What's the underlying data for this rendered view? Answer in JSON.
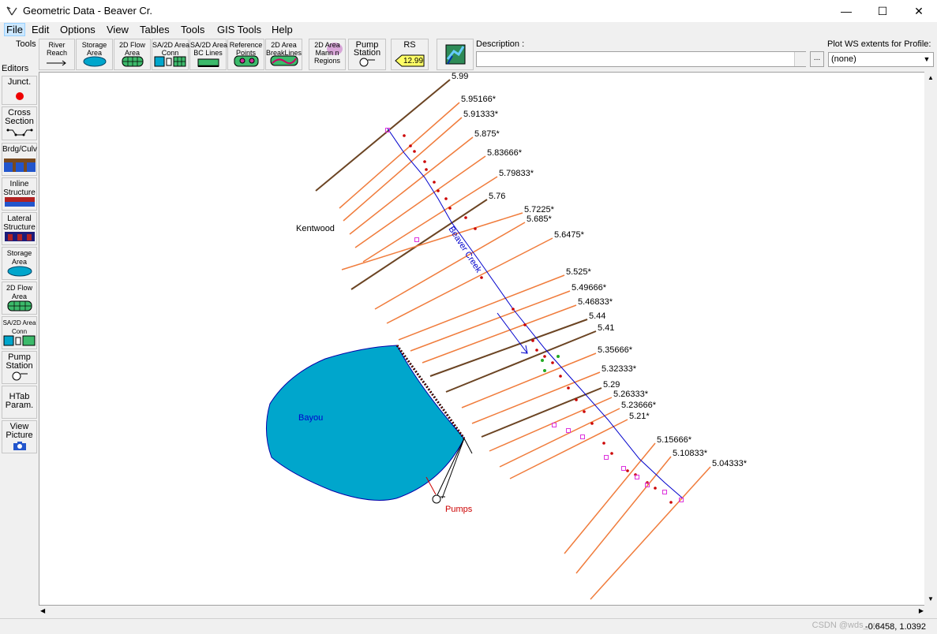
{
  "window": {
    "title": "Geometric Data - Beaver Cr.",
    "minimize": "—",
    "maximize": "☐",
    "close": "✕"
  },
  "menu": [
    "File",
    "Edit",
    "Options",
    "View",
    "Tables",
    "Tools",
    "GIS Tools",
    "Help"
  ],
  "toolbar": {
    "tools_label": "Tools",
    "buttons": [
      {
        "label": "River\nReach",
        "icon": "river-reach-icon"
      },
      {
        "label": "Storage\nArea",
        "icon": "storage-area-icon"
      },
      {
        "label": "2D Flow\nArea",
        "icon": "2d-flow-area-icon"
      },
      {
        "label": "SA/2D Area\nConn",
        "icon": "sa-2d-conn-icon"
      },
      {
        "label": "SA/2D Area\nBC Lines",
        "icon": "bc-lines-icon"
      },
      {
        "label": "Reference\nPoints",
        "icon": "reference-points-icon"
      },
      {
        "label": "2D Area\nBreakLines",
        "icon": "breaklines-icon"
      },
      {
        "label": "2D Area\nMann n\nRegions",
        "icon": "mann-n-regions-icon"
      },
      {
        "label": "Pump\nStation",
        "icon": "pump-station-icon"
      },
      {
        "label": "RS",
        "value": "12.99",
        "icon": "rs-icon"
      },
      {
        "label": "",
        "icon": "map-icon"
      }
    ],
    "description_label": "Description :",
    "description_value": "",
    "more_button": "...",
    "plot_ws_label": "Plot WS extents for Profile:",
    "plot_ws_value": "(none)"
  },
  "editors": {
    "label": "Editors",
    "buttons": [
      {
        "label": "Junct.",
        "icon": "junction-icon"
      },
      {
        "label": "Cross\nSection",
        "icon": "cross-section-icon"
      },
      {
        "label": "Brdg/Culv",
        "icon": "bridge-culvert-icon"
      },
      {
        "label": "Inline\nStructure",
        "icon": "inline-structure-icon"
      },
      {
        "label": "Lateral\nStructure",
        "icon": "lateral-structure-icon"
      },
      {
        "label": "Storage\nArea",
        "icon": "storage-area-icon"
      },
      {
        "label": "2D Flow\nArea",
        "icon": "2d-flow-area-icon"
      },
      {
        "label": "SA/2D Area\nConn",
        "icon": "sa-2d-conn-icon"
      },
      {
        "label": "Pump\nStation",
        "icon": "pump-station-icon"
      },
      {
        "label": "HTab\nParam.",
        "icon": ""
      },
      {
        "label": "View\nPicture",
        "icon": "camera-icon"
      }
    ]
  },
  "map": {
    "river_name": "Beaver Creek",
    "storage_area": "Bayou",
    "pump_label": "Pumps",
    "place_label": "Kentwood",
    "cross_sections": [
      {
        "rs": "5.99",
        "type": "main"
      },
      {
        "rs": "5.95166*",
        "type": "interp"
      },
      {
        "rs": "5.91333*",
        "type": "interp"
      },
      {
        "rs": "5.875*",
        "type": "interp"
      },
      {
        "rs": "5.83666*",
        "type": "interp"
      },
      {
        "rs": "5.79833*",
        "type": "interp"
      },
      {
        "rs": "5.76",
        "type": "main"
      },
      {
        "rs": "5.7225*",
        "type": "interp"
      },
      {
        "rs": "5.685*",
        "type": "interp"
      },
      {
        "rs": "5.6475*",
        "type": "interp"
      },
      {
        "rs": "5.525*",
        "type": "interp"
      },
      {
        "rs": "5.49666*",
        "type": "interp"
      },
      {
        "rs": "5.46833*",
        "type": "interp"
      },
      {
        "rs": "5.44",
        "type": "main"
      },
      {
        "rs": "5.41",
        "type": "main"
      },
      {
        "rs": "5.35666*",
        "type": "interp"
      },
      {
        "rs": "5.32333*",
        "type": "interp"
      },
      {
        "rs": "5.29",
        "type": "main"
      },
      {
        "rs": "5.26333*",
        "type": "interp"
      },
      {
        "rs": "5.23666*",
        "type": "interp"
      },
      {
        "rs": "5.21*",
        "type": "interp"
      },
      {
        "rs": "5.15666*",
        "type": "interp"
      },
      {
        "rs": "5.10833*",
        "type": "interp"
      },
      {
        "rs": "5.04333*",
        "type": "interp"
      }
    ],
    "colors": {
      "main": "#6b4423",
      "interp": "#f07c3c",
      "river": "#0000cc",
      "storage": "#00a6cc",
      "bank": "#cc0000",
      "junction_marker": "#dd33dd"
    }
  },
  "status": {
    "coords": "-0.6458, 1.0392",
    "watermark": "CSDN @wds_rwr"
  }
}
